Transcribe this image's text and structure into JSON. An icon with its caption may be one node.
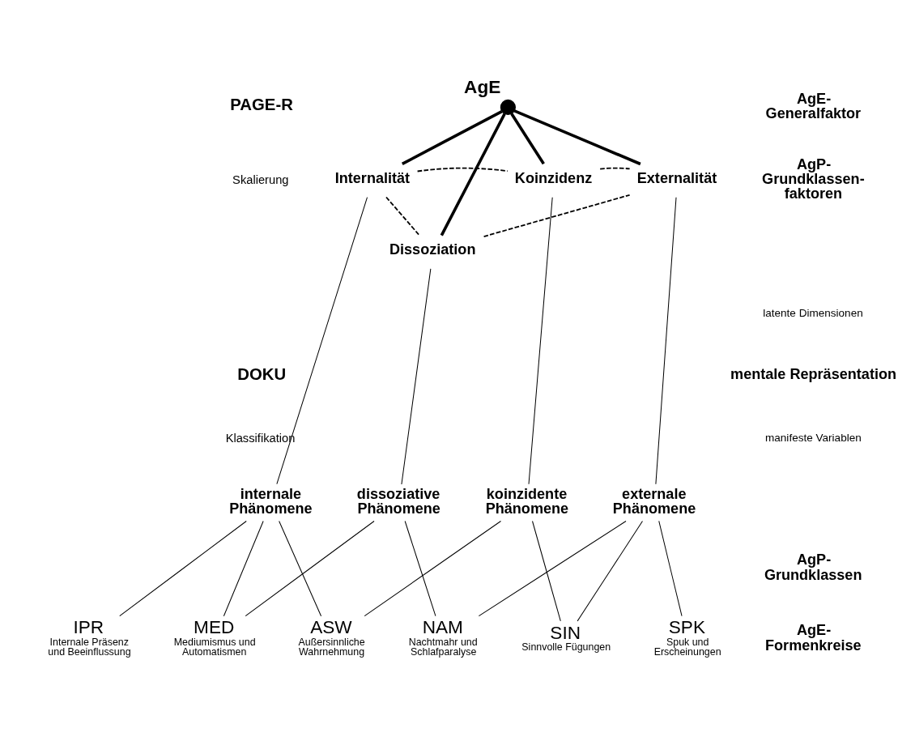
{
  "diagram": {
    "nodes": [
      {
        "text": [
          "AgE"
        ]
      },
      {
        "text": [
          "Internalität"
        ]
      },
      {
        "text": [
          "Koinzidenz"
        ]
      },
      {
        "text": [
          "Externalität"
        ]
      },
      {
        "text": [
          "Dissoziation"
        ]
      },
      {
        "text": [
          "internale Phänomene"
        ]
      },
      {
        "text": [
          "dissoziative Phänomene"
        ]
      },
      {
        "text": [
          "koinzidente Phänomene"
        ]
      },
      {
        "text": [
          "externale Phänomene"
        ]
      },
      {
        "text": [
          "IPR",
          "Internale Präsenz und Beeinflussung"
        ]
      },
      {
        "text": [
          "MED",
          "Mediumismus und Automatismen"
        ]
      },
      {
        "text": [
          "ASW",
          "Außersinnliche Wahrnehmung"
        ]
      },
      {
        "text": [
          "NAM",
          "Nachtmahr und Schlafparalyse"
        ]
      },
      {
        "text": [
          "SIN",
          "Sinnvolle Fügungen"
        ]
      },
      {
        "text": [
          "SPK",
          "Spuk und Erscheinungen"
        ]
      }
    ],
    "edges": [
      {
        "from": 0,
        "to": 1,
        "arrow": "none",
        "style": "thick"
      },
      {
        "from": 0,
        "to": 4,
        "arrow": "none",
        "style": "thick"
      },
      {
        "from": 0,
        "to": 2,
        "arrow": "none",
        "style": "thick"
      },
      {
        "from": 0,
        "to": 3,
        "arrow": "none",
        "style": "thick"
      },
      {
        "from": 1,
        "to": 2,
        "arrow": "none",
        "style": "dashed"
      },
      {
        "from": 1,
        "to": 4,
        "arrow": "none",
        "style": "dashed"
      },
      {
        "from": 2,
        "to": 3,
        "arrow": "none",
        "style": "dashed"
      },
      {
        "from": 4,
        "to": 3,
        "arrow": "none",
        "style": "dashed"
      },
      {
        "from": 1,
        "to": 5,
        "arrow": "none"
      },
      {
        "from": 4,
        "to": 6,
        "arrow": "none"
      },
      {
        "from": 2,
        "to": 7,
        "arrow": "none"
      },
      {
        "from": 3,
        "to": 8,
        "arrow": "none"
      },
      {
        "from": 5,
        "to": 9,
        "arrow": "none"
      },
      {
        "from": 5,
        "to": 10,
        "arrow": "none"
      },
      {
        "from": 5,
        "to": 11,
        "arrow": "none"
      },
      {
        "from": 6,
        "to": 10,
        "arrow": "none"
      },
      {
        "from": 6,
        "to": 12,
        "arrow": "none"
      },
      {
        "from": 7,
        "to": 11,
        "arrow": "none"
      },
      {
        "from": 7,
        "to": 13,
        "arrow": "none"
      },
      {
        "from": 8,
        "to": 12,
        "arrow": "none"
      },
      {
        "from": 8,
        "to": 13,
        "arrow": "none"
      },
      {
        "from": 8,
        "to": 14,
        "arrow": "none"
      }
    ],
    "labels": [
      "AgE- Generalfaktor",
      "PAGE-R",
      "Skalierung",
      "AgP- Grundklassen- faktoren",
      "latente Dimensionen",
      "DOKU",
      "mentale Repräsentation",
      "Klassifikation",
      "manifeste Variablen",
      "AgP- Grundklassen",
      "AgE- Formenkreise"
    ]
  }
}
